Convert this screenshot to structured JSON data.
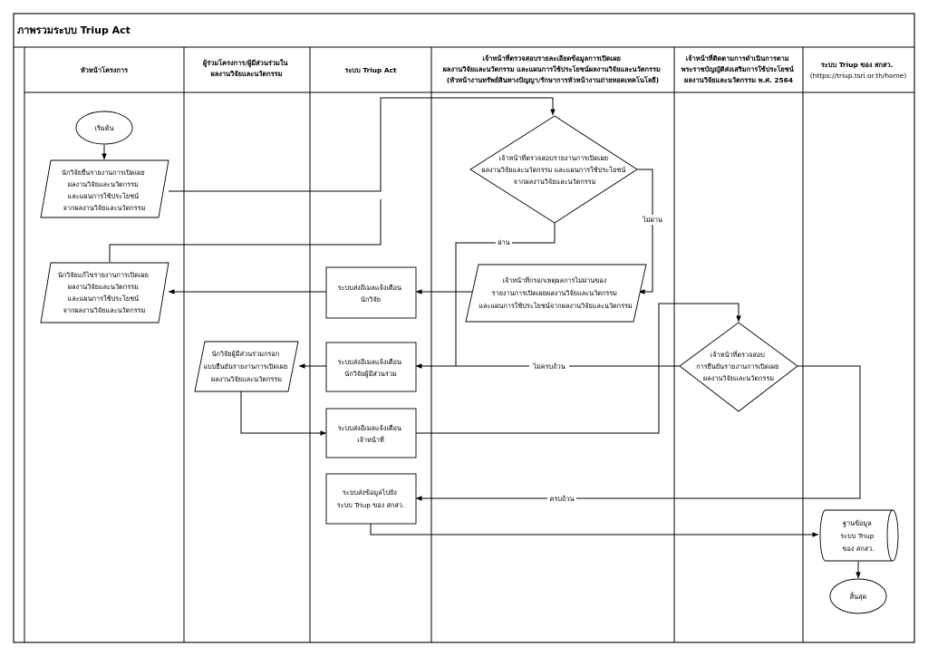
{
  "title": "ภาพรวมระบบ Triup Act",
  "lanes": [
    {
      "label": [
        "หัวหน้าโครงการ"
      ]
    },
    {
      "label": [
        "ผู้ร่วมโครงการ/ผู้มีส่วนร่วมใน",
        "ผลงานวิจัยและนวัตกรรม"
      ]
    },
    {
      "label": [
        "ระบบ Triup Act"
      ]
    },
    {
      "label": [
        "เจ้าหน้าที่ตรวจสอบรายละเอียดข้อมูลการเปิดเผย",
        "ผลงานวิจัยและนวัตกรรม และแผนการใช้ประโยชน์ผลงานวิจัยและนวัตกรรม",
        "(หัวหน้างานทรัพย์สินทางปัญญา/รักษาการหัวหน้างานถ่ายทอดเทคโนโลยี)"
      ]
    },
    {
      "label": [
        "เจ้าหน้าที่ติดตามการดำเนินการตาม",
        "พระราชบัญญัติส่งเสริมการใช้ประโยชน์",
        "ผลงานวิจัยและนวัตกรรม พ.ศ. 2564"
      ]
    },
    {
      "label": [
        "ระบบ Triup ของ สกสว.",
        "(https://triup.tsri.or.th/home)"
      ]
    }
  ],
  "nodes": {
    "start": {
      "shape": "ellipse",
      "lines": [
        "เริ่มต้น"
      ]
    },
    "submit_report": {
      "shape": "parallelogram",
      "lines": [
        "นักวิจัยยื่นรายงานการเปิดเผย",
        "ผลงานวิจัยและนวัตกรรม",
        "และแผนการใช้ประโยชน์",
        "จากผลงานวิจัยและนวัตกรรม"
      ]
    },
    "check_report": {
      "shape": "diamond",
      "lines": [
        "เจ้าหน้าที่ตรวจสอบรายงานการเปิดเผย",
        "ผลงานวิจัยและนวัตกรรม และแผนการใช้ประโยชน์",
        "จากผลงานวิจัยและนวัตกรรม"
      ]
    },
    "fill_reason": {
      "shape": "parallelogram",
      "lines": [
        "เจ้าหน้าที่กรอกเหตุผลการไม่ผ่านของ",
        "รายงานการเปิดเผยผลงานวิจัยและนวัตกรรม",
        "และแผนการใช้ประโยชน์จากผลงานวิจัยและนวัตกรรม"
      ]
    },
    "email_researcher": {
      "shape": "rect",
      "lines": [
        "ระบบส่งอีเมลแจ้งเตือน",
        "นักวิจัย"
      ]
    },
    "fix_report": {
      "shape": "parallelogram",
      "lines": [
        "นักวิจัยแก้ไขรายงานการเปิดเผย",
        "ผลงานวิจัยและนวัตกรรม",
        "และแผนการใช้ประโยชน์",
        "จากผลงานวิจัยและนวัตกรรม"
      ]
    },
    "email_participant": {
      "shape": "rect",
      "lines": [
        "ระบบส่งอีเมลแจ้งเตือน",
        "นักวิจัยผู้มีส่วนร่วม"
      ]
    },
    "participant_confirm": {
      "shape": "parallelogram",
      "lines": [
        "นักวิจัยผู้มีส่วนร่วมกรอก",
        "แบบยืนยันรายงานการเปิดเผย",
        "ผลงานวิจัยและนวัตกรรม"
      ]
    },
    "email_officer": {
      "shape": "rect",
      "lines": [
        "ระบบส่งอีเมลแจ้งเตือน",
        "เจ้าหน้าที่"
      ]
    },
    "check_confirm": {
      "shape": "diamond",
      "lines": [
        "เจ้าหน้าที่ตรวจสอบ",
        "การยืนยันรายงานการเปิดเผย",
        "ผลงานวิจัยและนวัตกรรม"
      ]
    },
    "send_triup": {
      "shape": "rect",
      "lines": [
        "ระบบส่งข้อมูลไปยัง",
        "ระบบ Triup ของ สกสว."
      ]
    },
    "triup_db": {
      "shape": "cylinder",
      "lines": [
        "ฐานข้อมูล",
        "ระบบ Triup",
        "ของ สกสว."
      ]
    },
    "end": {
      "shape": "ellipse",
      "lines": [
        "สิ้นสุด"
      ]
    }
  },
  "edge_labels": {
    "not_pass": "ไม่ผ่าน",
    "pass": "ผ่าน",
    "incomplete": "ไม่ครบถ้วน",
    "complete": "ครบถ้วน"
  }
}
